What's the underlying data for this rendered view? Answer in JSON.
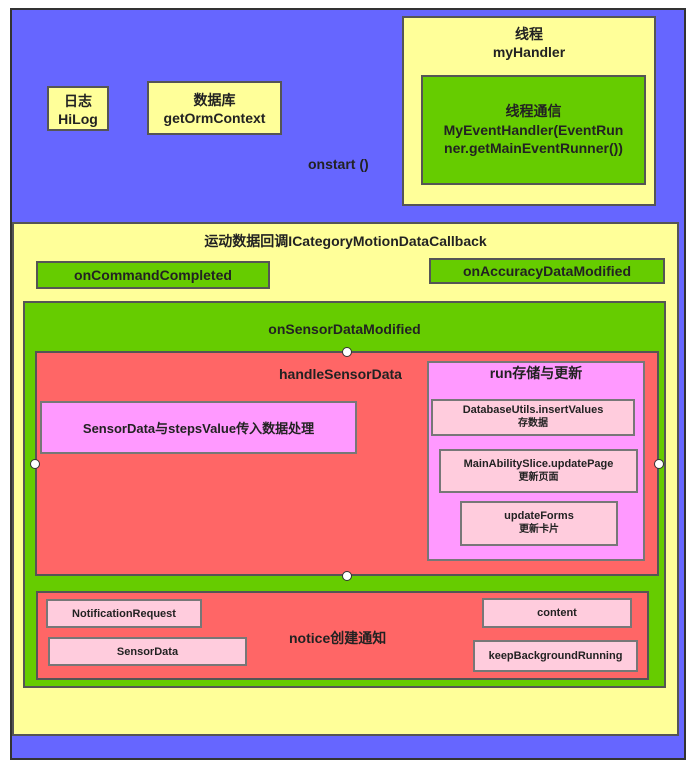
{
  "outer": {
    "label": "onstart  ()"
  },
  "hilog": {
    "line1": "日志",
    "line2": "HiLog"
  },
  "database": {
    "line1": "数据库",
    "line2": "getOrmContext"
  },
  "thread": {
    "line1": "线程",
    "line2": "myHandler",
    "inner": {
      "line1": "线程通信",
      "line2": "MyEventHandler(EventRun",
      "line3": "ner.getMainEventRunner())"
    }
  },
  "callback": {
    "title": "运动数据回调ICategoryMotionDataCallback",
    "on_command_completed": "onCommandCompleted",
    "on_accuracy_data_modified": "onAccuracyDataModified",
    "sensor": {
      "title": "onSensorDataModified",
      "handle": {
        "title": "handleSensorData",
        "process": "SensorData与stepsValue传入数据处理",
        "run": {
          "title": "run存储与更新",
          "items": [
            {
              "line1": "DatabaseUtils.insertValues",
              "line2": "存数据"
            },
            {
              "line1": "MainAbilitySlice.updatePage",
              "line2": "更新页面"
            },
            {
              "line1": "updateForms",
              "line2": "更新卡片"
            }
          ]
        }
      },
      "notice": {
        "title": "notice创建通知",
        "notification_request": "NotificationRequest",
        "sensor_data": "SensorData",
        "content": "content",
        "keep_background_running": "keepBackgroundRunning"
      }
    }
  },
  "colors": {
    "outer": "#6666ff",
    "yellow": "#ffff99",
    "green": "#66cc00",
    "red": "#ff6666",
    "magenta": "#ff99ff",
    "pink": "#ffccdd"
  }
}
